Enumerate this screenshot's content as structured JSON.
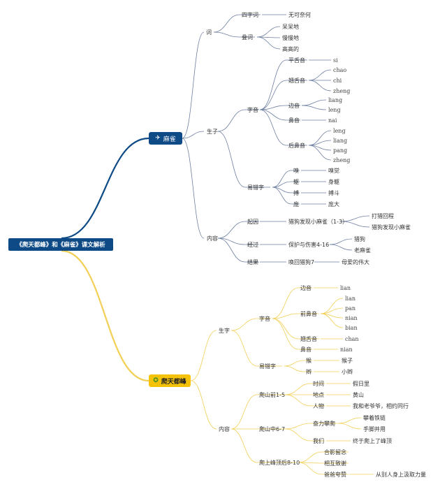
{
  "title": "《爬天都峰》和《麻雀》课文解析",
  "colors": {
    "blue": "#0d4a86",
    "gold": "#f5c20a",
    "line_blue": "#6e7fa0",
    "line_gold": "#f2cf55"
  },
  "b1": {
    "label": "麻雀",
    "icon": "paper-plane-icon",
    "ci": "词",
    "sizici": "四字词",
    "sizici_val": "无可奈何",
    "dieci": "叠词",
    "dieci_vals": [
      "呆呆地",
      "慢慢地",
      "高高的"
    ],
    "shengzi": "生子",
    "zhiyin": "字音",
    "pingshe": "平舌音",
    "pingshe_val": "si",
    "qiaoshe": "翘舌音",
    "qiaoshe_vals": [
      "chao",
      "chi",
      "zheng"
    ],
    "bianyin": "边音",
    "bianyin_vals": [
      "liang",
      "leng"
    ],
    "biyin": "鼻音",
    "biyin_val": "nai",
    "houbi": "后鼻音",
    "houbi_vals": [
      "leng",
      "liang",
      "pang",
      "zheng"
    ],
    "yicuo": "易错字",
    "yicuo_chars": [
      "嗅",
      "躯",
      "搏",
      "庞"
    ],
    "yicuo_words": [
      "嗅觉",
      "身躯",
      "搏斗",
      "庞大"
    ],
    "neirong": "内容",
    "qiyin": "起因",
    "qiyin_val": "猎狗发现小麻雀（1-3）",
    "qiyin_subs": [
      "打猎回程",
      "猎狗发现小麻雀"
    ],
    "jingguo": "经过",
    "jingguo_val": "保护与伤害4-16",
    "jingguo_subs": [
      "猎狗",
      "老麻雀"
    ],
    "jieguo": "结果",
    "jieguo_val": "唤回猎狗7",
    "jieguo_sub": "母爱的伟大"
  },
  "b2": {
    "label": "爬天都峰",
    "icon": "star-icon",
    "shengzi": "生字",
    "zhiyin": "字音",
    "bianyin": "边音",
    "bianyin_val": "lian",
    "qianbi": "前鼻音",
    "qianbi_vals": [
      "lian",
      "pan",
      "nian",
      "bian"
    ],
    "qiaoshe": "翘舌音",
    "qiaoshe_val": "chan",
    "biyin": "鼻音",
    "biyin_val": "nian",
    "yicuo": "易错字",
    "yicuo_chars": [
      "猴",
      "辫"
    ],
    "yicuo_words": [
      "猴子",
      "小辫"
    ],
    "neirong": "内容",
    "qian": "爬山前1-5",
    "shijian": "时间",
    "shijian_val": "假日里",
    "didian": "地点",
    "didian_val": "黄山",
    "renwu": "人物",
    "renwu_val": "我和老爷爷，相约同行",
    "zhong": "爬山中6-7",
    "fenli": "奋力攀爬",
    "fenli_subs": [
      "攀着铁链",
      "手脚并用"
    ],
    "women": "我们",
    "women_val": "终于爬上了峰顶",
    "hou": "爬上峰顶后8-10",
    "hou_items": [
      "合影留念",
      "相互致谢",
      "爸爸夸赞"
    ],
    "kuazan_val": "从别人身上汲取力量"
  }
}
